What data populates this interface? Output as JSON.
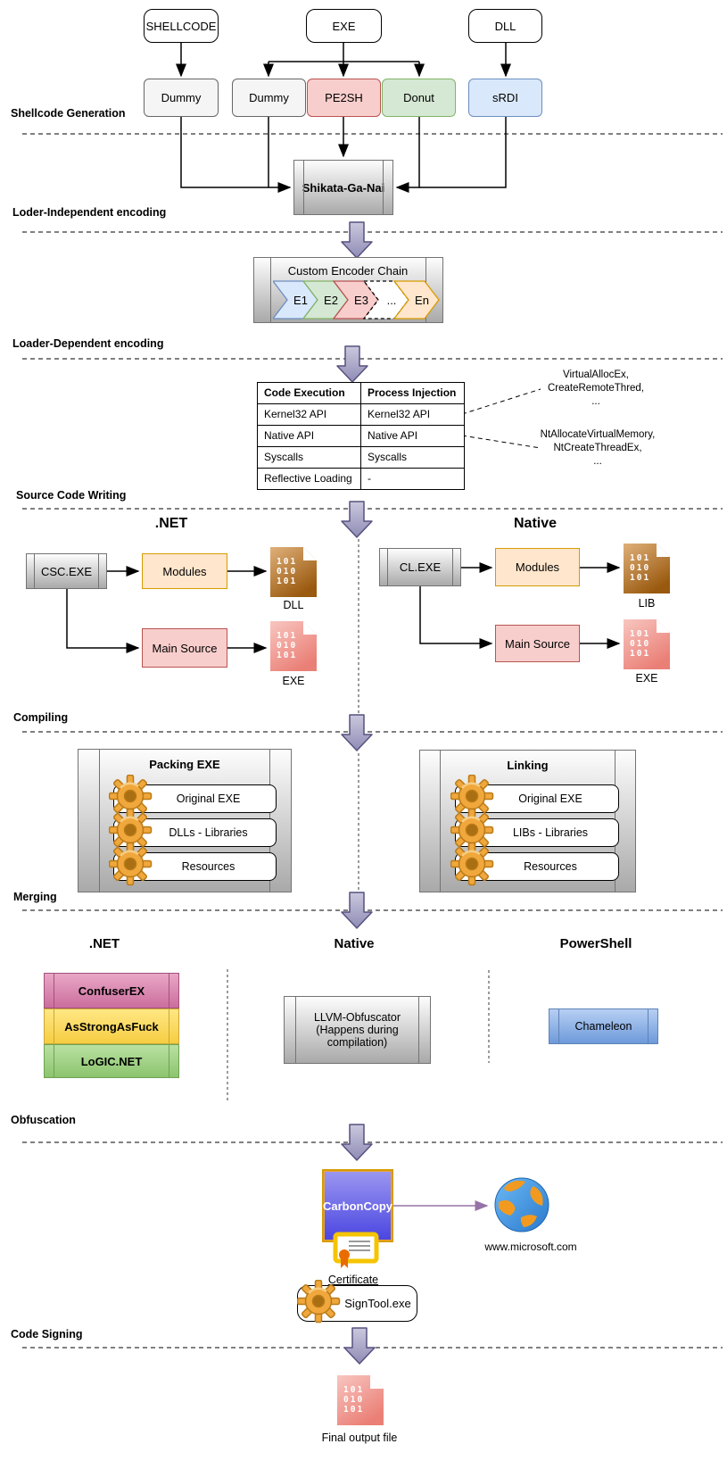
{
  "sections": [
    "Shellcode Generation",
    "Loder-Independent encoding",
    "Loader-Dependent encoding",
    "Source Code Writing",
    "Compiling",
    "Merging",
    "Obfuscation",
    "Code Signing"
  ],
  "sources": [
    "SHELLCODE",
    "EXE",
    "DLL"
  ],
  "generators": [
    "Dummy",
    "Dummy",
    "PE2SH",
    "Donut",
    "sRDI"
  ],
  "sgn": "Shikata-Ga-Nai",
  "encoder_chain": {
    "title": "Custom Encoder Chain",
    "stages": [
      {
        "label": "E1",
        "color": "blue"
      },
      {
        "label": "E2",
        "color": "green"
      },
      {
        "label": "E3",
        "color": "red"
      },
      {
        "label": "...",
        "color": "dashed"
      },
      {
        "label": "En",
        "color": "orange"
      }
    ]
  },
  "api_table": {
    "headers": [
      "Code Execution",
      "Process Injection"
    ],
    "rows": [
      [
        "Kernel32 API",
        "Kernel32 API"
      ],
      [
        "Native API",
        "Native API"
      ],
      [
        "Syscalls",
        "Syscalls"
      ],
      [
        "Reflective Loading",
        "-"
      ]
    ]
  },
  "annotations": [
    "VirtualAllocEx,\nCreateRemoteThred,\n...",
    "NtAllocateVirtualMemory,\nNtCreateThreadEx,\n..."
  ],
  "source_writing": {
    "dotnet": {
      "title": ".NET",
      "compiler": "CSC.EXE",
      "modules": "Modules",
      "main": "Main Source",
      "modules_out": "DLL",
      "main_out": "EXE"
    },
    "native": {
      "title": "Native",
      "compiler": "CL.EXE",
      "modules": "Modules",
      "main": "Main Source",
      "modules_out": "LIB",
      "main_out": "EXE"
    }
  },
  "file_bits": "101\n010\n101",
  "compiling": {
    "packing": {
      "title": "Packing EXE",
      "items": [
        "Original EXE",
        "DLLs - Libraries",
        "Resources"
      ]
    },
    "linking": {
      "title": "Linking",
      "items": [
        "Original EXE",
        "LIBs - Libraries",
        "Resources"
      ]
    }
  },
  "obfuscation": {
    "headers": [
      ".NET",
      "Native",
      "PowerShell"
    ],
    "dotnet_tools": [
      "ConfuserEX",
      "AsStrongAsFuck",
      "LoGIC.NET"
    ],
    "native_tool": "LLVM-Obfuscator\n(Happens during\ncompilation)",
    "powershell_tool": "Chameleon"
  },
  "signing": {
    "carboncopy": "CarbonCopy",
    "website": "www.microsoft.com",
    "certificate": "Certificate",
    "signtool": "SignTool.exe"
  },
  "output": {
    "label": "Final output file"
  },
  "colors": {
    "red_fill": "#f8cecc",
    "red_stroke": "#b85450",
    "green_fill": "#d5e8d4",
    "green_stroke": "#82b366",
    "blue_fill": "#dae8fc",
    "blue_stroke": "#6c8ebf",
    "orange_fill": "#ffe6cc",
    "orange_stroke": "#d79b00",
    "gray_fill": "#f5f5f5",
    "gray_stroke": "#666666",
    "big_arrow_fill": "#a9a6c6",
    "big_arrow_stroke": "#56517e",
    "pink_tool": "#d98bb1",
    "yellow_tool": "#fbd64f",
    "green_tool": "#9ccf7f",
    "blue_tool": "#7ea6e0",
    "carboncopy_fill": "#5a55e8",
    "carboncopy_border": "#d79b00",
    "link_arrow": "#9673a6",
    "file_brown": "#a35f14",
    "file_red": "#ec8077",
    "gear": "#f0a73c"
  }
}
